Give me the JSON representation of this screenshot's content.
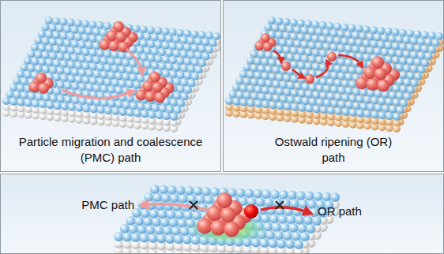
{
  "diagram": {
    "nodes": [
      {
        "text": [
          "Particle migration and coalescence (PMC) path"
        ]
      },
      {
        "text": [
          "Ostwald ripening (OR) path"
        ]
      }
    ],
    "labels": [
      "PMC path",
      "OR path"
    ]
  }
}
